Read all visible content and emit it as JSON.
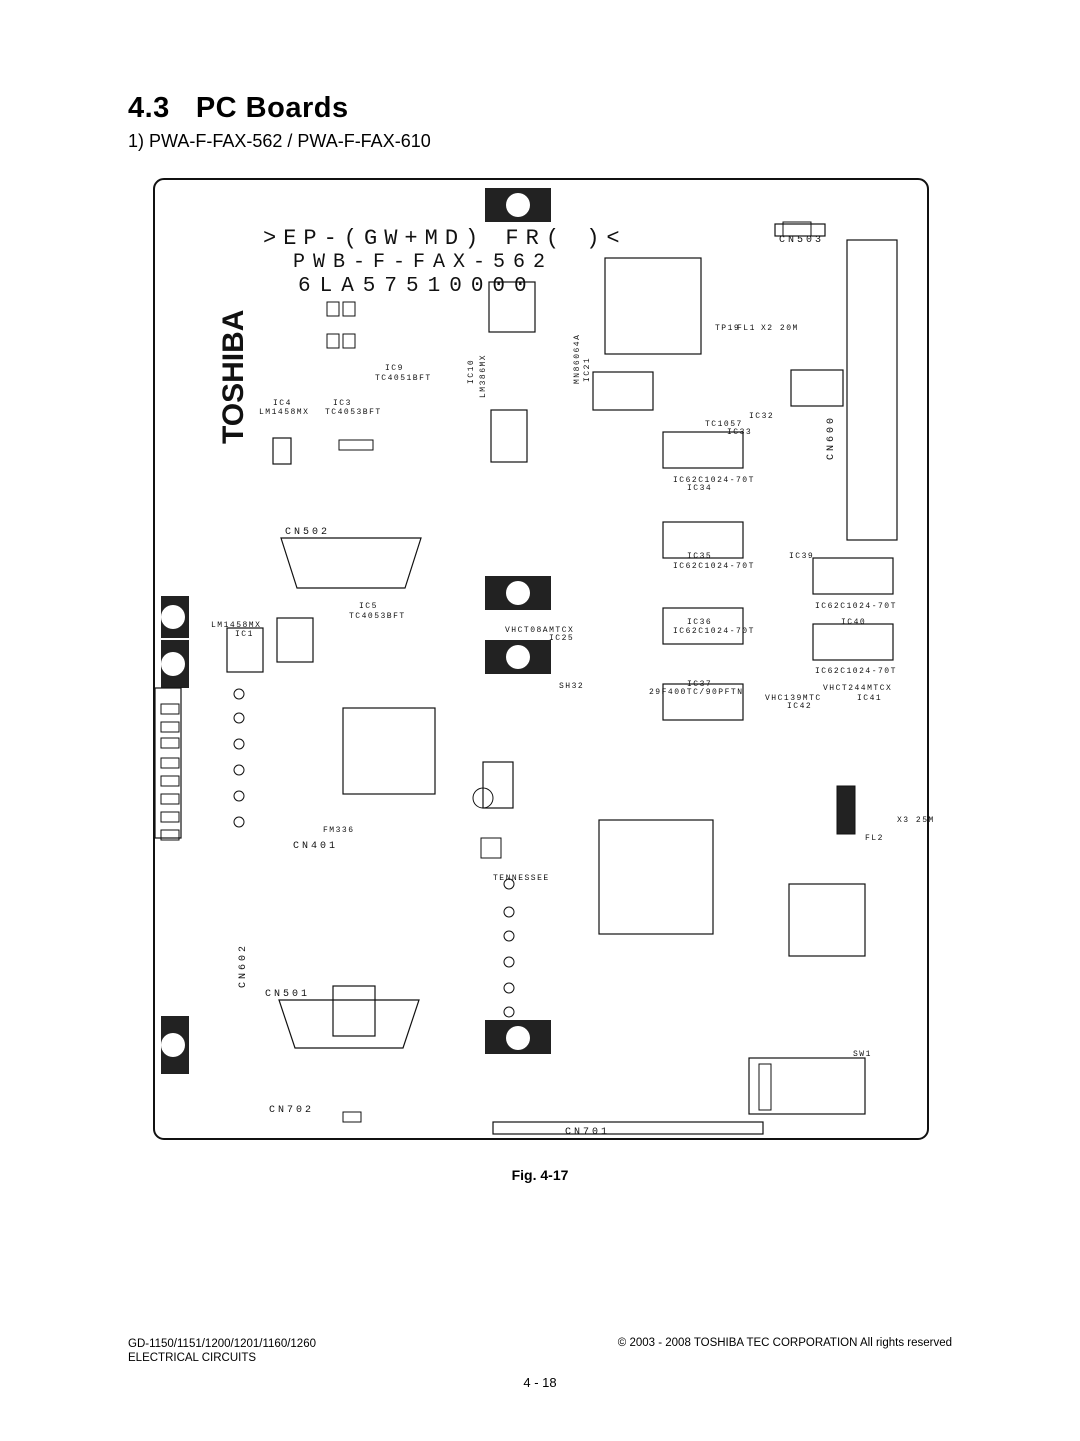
{
  "section": {
    "number": "4.3",
    "title": "PC Boards"
  },
  "subsection": "1)  PWA-F-FAX-562 / PWA-F-FAX-610",
  "board": {
    "silkscreen_line1": ">EP-(GW+MD) FR( )<",
    "silkscreen_line2": "PWB-F-FAX-562",
    "silkscreen_line3": "6LA57510000",
    "logo": "TOSHIBA",
    "connectors": [
      "CN502",
      "CN503",
      "CN401",
      "CN501",
      "CN600",
      "CN602",
      "CN701",
      "CN702"
    ],
    "chips": [
      {
        "ref": "IC1",
        "part": "LM1458MX"
      },
      {
        "ref": "IC4",
        "part": "LM1458MX"
      },
      {
        "ref": "IC3",
        "part": "TC4053BFT"
      },
      {
        "ref": "IC5",
        "part": "TC4053BFT"
      },
      {
        "ref": "IC9",
        "part": "TC4051BFT"
      },
      {
        "ref": "IC10",
        "part": "LM386MX"
      },
      {
        "ref": "IC21",
        "part": "MN86064A"
      },
      {
        "ref": "IC25",
        "part": "VHCT08AMTCX"
      },
      {
        "ref": "IC32",
        "part": "TC1057"
      },
      {
        "ref": "IC33",
        "part": ""
      },
      {
        "ref": "IC34",
        "part": "IC62C1024-70T"
      },
      {
        "ref": "IC35",
        "part": "IC62C1024-70T"
      },
      {
        "ref": "IC36",
        "part": "IC62C1024-70T"
      },
      {
        "ref": "IC37",
        "part": "29F400TC/90PFTN"
      },
      {
        "ref": "IC39",
        "part": "IC62C1024-70T"
      },
      {
        "ref": "IC40",
        "part": "IC62C1024-70T"
      },
      {
        "ref": "IC41",
        "part": "VHCT244MTCX"
      },
      {
        "ref": "IC42",
        "part": "VHC139MTC"
      }
    ],
    "misc_labels": [
      "X2 20M",
      "X3 25M",
      "TENNESSEE",
      "SW1",
      "FL1",
      "FL2",
      "TP19",
      "SH32",
      "FM336"
    ]
  },
  "figure_caption": "Fig. 4-17",
  "footer": {
    "models": "GD-1150/1151/1200/1201/1160/1260",
    "chapter": "ELECTRICAL CIRCUITS",
    "copyright": "© 2003 - 2008 TOSHIBA TEC CORPORATION All rights reserved"
  },
  "page_number": "4 - 18"
}
